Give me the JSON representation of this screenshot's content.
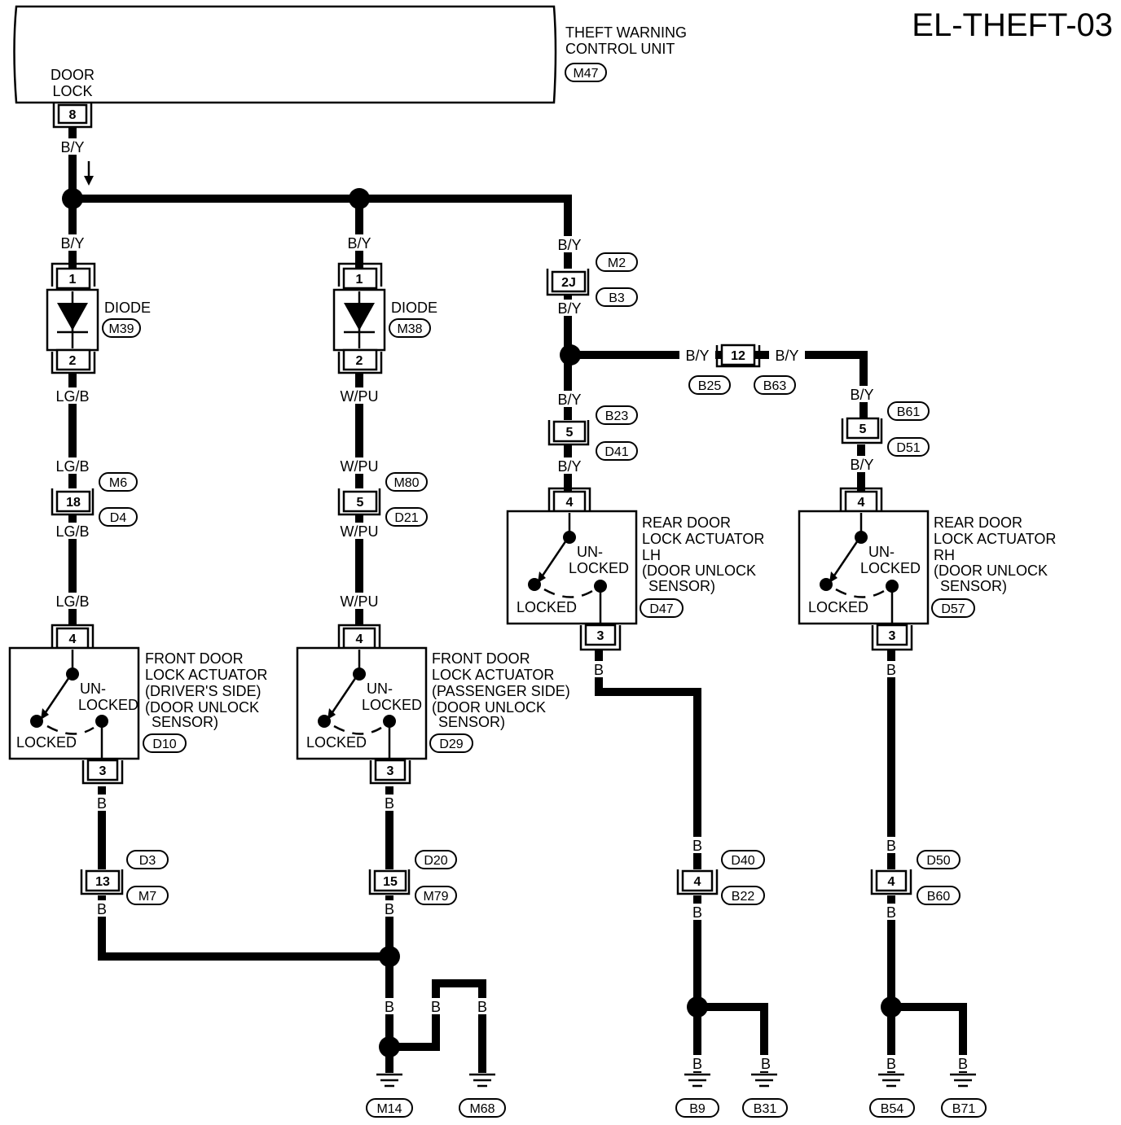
{
  "title": "EL-THEFT-03",
  "control_unit": {
    "line1": "THEFT WARNING",
    "line2": "CONTROL UNIT",
    "conn": "M47",
    "term_line1": "DOOR",
    "term_line2": "LOCK",
    "pin": "8"
  },
  "wires": {
    "by": "B/Y",
    "lgb": "LG/B",
    "wpu": "W/PU",
    "b": "B"
  },
  "diode_left": {
    "name": "DIODE",
    "conn": "M39",
    "pin_in": "1",
    "pin_out": "2"
  },
  "diode_mid": {
    "name": "DIODE",
    "conn": "M38",
    "pin_in": "1",
    "pin_out": "2"
  },
  "connectors": {
    "m6_d4": {
      "pin": "18",
      "a": "M6",
      "b": "D4"
    },
    "m80_d21": {
      "pin": "5",
      "a": "M80",
      "b": "D21"
    },
    "m2_b3": {
      "pin": "2J",
      "a": "M2",
      "b": "B3"
    },
    "b25_b63": {
      "pin": "12",
      "a": "B25",
      "b": "B63"
    },
    "b23_d41": {
      "pin": "5",
      "a": "B23",
      "b": "D41"
    },
    "b61_d51": {
      "pin": "5",
      "a": "B61",
      "b": "D51"
    },
    "d3_m7": {
      "pin": "13",
      "a": "D3",
      "b": "M7"
    },
    "d20_m79": {
      "pin": "15",
      "a": "D20",
      "b": "M79"
    },
    "d40_b22": {
      "pin": "4",
      "a": "D40",
      "b": "B22"
    },
    "d50_b60": {
      "pin": "4",
      "a": "D50",
      "b": "B60"
    }
  },
  "actuators": {
    "front_driver": {
      "l1": "FRONT DOOR",
      "l2": "LOCK ACTUATOR",
      "l3": "(DRIVER'S SIDE)",
      "l4": "(DOOR UNLOCK",
      "l5": "SENSOR)",
      "conn": "D10",
      "pin_top": "4",
      "pin_bot": "3",
      "un": "UN-",
      "locked_u": "LOCKED",
      "locked": "LOCKED"
    },
    "front_pass": {
      "l1": "FRONT DOOR",
      "l2": "LOCK ACTUATOR",
      "l3": "(PASSENGER SIDE)",
      "l4": "(DOOR UNLOCK",
      "l5": "SENSOR)",
      "conn": "D29",
      "pin_top": "4",
      "pin_bot": "3",
      "un": "UN-",
      "locked_u": "LOCKED",
      "locked": "LOCKED"
    },
    "rear_lh": {
      "l1": "REAR DOOR",
      "l2": "LOCK ACTUATOR",
      "l3": "LH",
      "l4": "(DOOR UNLOCK",
      "l5": "SENSOR)",
      "conn": "D47",
      "pin_top": "4",
      "pin_bot": "3",
      "un": "UN-",
      "locked_u": "LOCKED",
      "locked": "LOCKED"
    },
    "rear_rh": {
      "l1": "REAR DOOR",
      "l2": "LOCK ACTUATOR",
      "l3": "RH",
      "l4": "(DOOR UNLOCK",
      "l5": "SENSOR)",
      "conn": "D57",
      "pin_top": "4",
      "pin_bot": "3",
      "un": "UN-",
      "locked_u": "LOCKED",
      "locked": "LOCKED"
    }
  },
  "grounds": {
    "m14": "M14",
    "m68": "M68",
    "b9": "B9",
    "b31": "B31",
    "b54": "B54",
    "b71": "B71"
  }
}
